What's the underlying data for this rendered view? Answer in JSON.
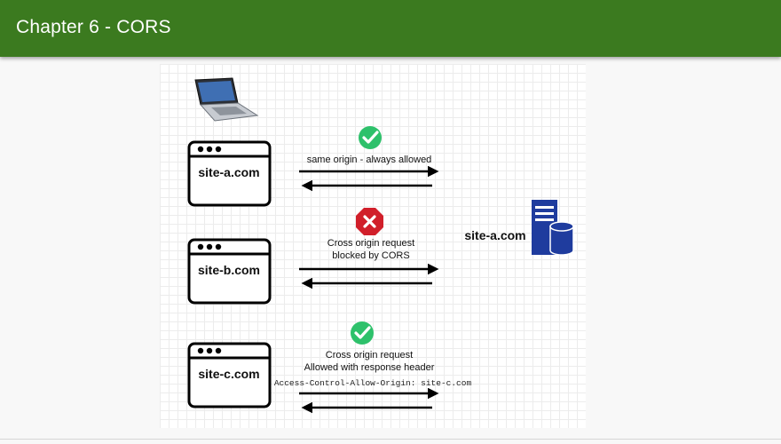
{
  "header": {
    "title": "Chapter 6 - CORS",
    "bg_color": "#3b7a1f"
  },
  "diagram": {
    "browsers": [
      {
        "label": "site-a.com"
      },
      {
        "label": "site-b.com"
      },
      {
        "label": "site-c.com"
      }
    ],
    "requests": [
      {
        "status": "allowed",
        "lines": [
          "same origin - always allowed"
        ]
      },
      {
        "status": "blocked",
        "lines": [
          "Cross origin request",
          "blocked by CORS"
        ]
      },
      {
        "status": "allowed",
        "lines": [
          "Cross origin request",
          "Allowed with response header"
        ],
        "header_line": "Access-Control-Allow-Origin: site-c.com"
      }
    ],
    "server": {
      "label": "site-a.com",
      "icon": "server-database-icon",
      "color": "#1f3c9e"
    },
    "client_icon": "laptop-icon",
    "colors": {
      "allowed": "#2ec16b",
      "blocked": "#d11f2a"
    }
  }
}
